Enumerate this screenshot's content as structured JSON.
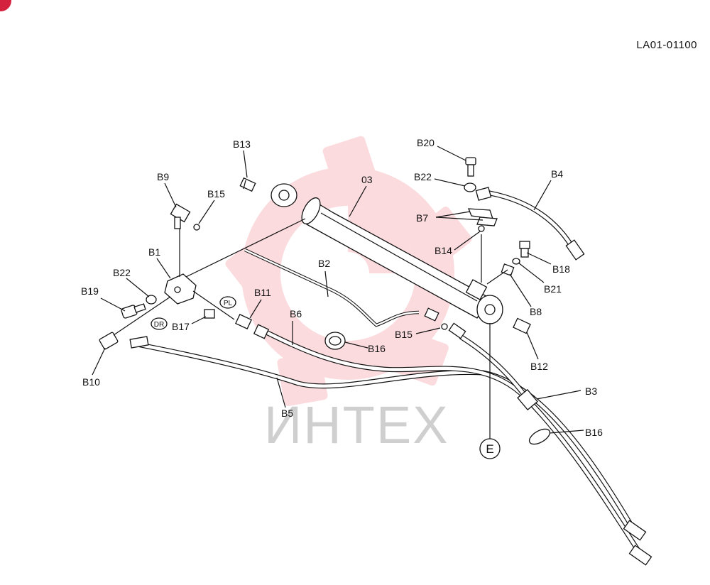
{
  "drawing": {
    "code": "LA01-01100",
    "watermark": "ИНТЕХ",
    "view_marker": "E",
    "port_labels": {
      "pl": "PL",
      "dr": "DR"
    },
    "callouts": {
      "b13": "B13",
      "b9": "B9",
      "b15_top": "B15",
      "p03": "03",
      "b20": "B20",
      "b22_top": "B22",
      "b4": "B4",
      "b7": "B7",
      "b14": "B14",
      "b18": "B18",
      "b21": "B21",
      "b8": "B8",
      "b1": "B1",
      "b22_left": "B22",
      "b19": "B19",
      "b2": "B2",
      "b11": "B11",
      "b6": "B6",
      "b17": "B17",
      "b15_mid": "B15",
      "b16_mid": "B16",
      "b12": "B12",
      "b10": "B10",
      "b3": "B3",
      "b16_right": "B16",
      "b5": "B5"
    }
  },
  "colors": {
    "watermark_red": "#e83040",
    "watermark_gray": "#cfcfcf",
    "line": "#111111",
    "corner_mark": "#d4213d"
  }
}
